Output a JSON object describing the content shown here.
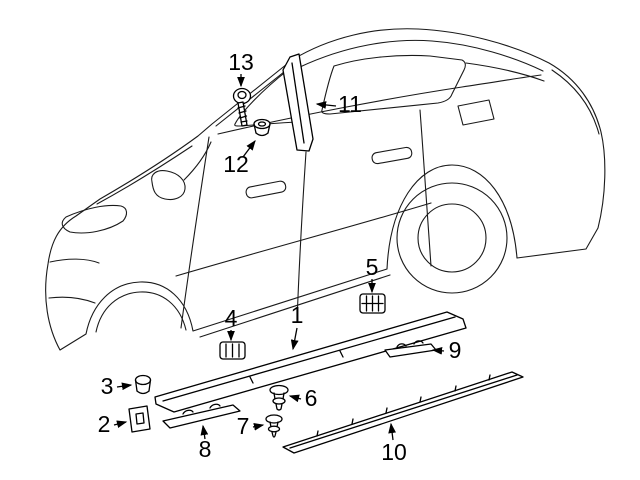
{
  "diagram": {
    "kind": "exploded-parts-diagram",
    "subject": "sedan-side-exterior-trim",
    "background_color": "#ffffff",
    "line_color": "#000000"
  },
  "callouts": [
    {
      "label": "1",
      "part": "rocker-panel-molding"
    },
    {
      "label": "2",
      "part": "mounting-clip"
    },
    {
      "label": "3",
      "part": "mounting-clip"
    },
    {
      "label": "4",
      "part": "retainer-pad"
    },
    {
      "label": "5",
      "part": "retainer-clip"
    },
    {
      "label": "6",
      "part": "push-pin-rivet"
    },
    {
      "label": "7",
      "part": "push-pin-rivet"
    },
    {
      "label": "8",
      "part": "molding-strip"
    },
    {
      "label": "9",
      "part": "molding-strip"
    },
    {
      "label": "10",
      "part": "lower-rocker-strip"
    },
    {
      "label": "11",
      "part": "b-pillar-trim"
    },
    {
      "label": "12",
      "part": "grommet"
    },
    {
      "label": "13",
      "part": "screw"
    }
  ]
}
